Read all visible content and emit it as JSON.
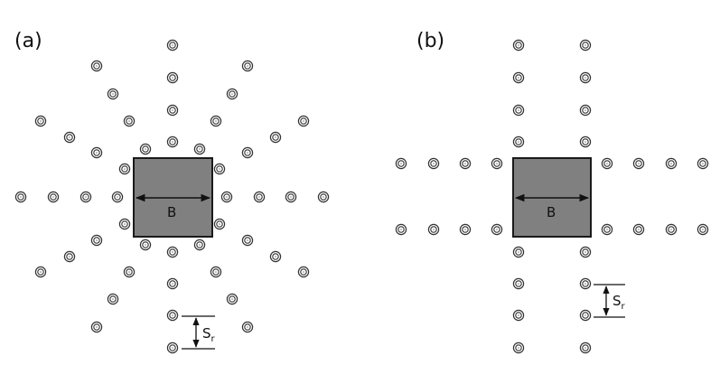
{
  "colors": {
    "footing_fill": "#808080",
    "footing_stroke": "#1a1a1a",
    "marker_stroke": "#333333",
    "line": "#111111"
  },
  "panels": [
    {
      "id": "a",
      "label": "(a)",
      "layout": "radial",
      "footing_label": "B",
      "spacing_label": "S",
      "spacing_subscript": "r",
      "marker_count": 48,
      "arrangement": "8 radial lines of 4 sensors each plus 4 additional diagonal lines of 4 sensors, spaced at S_r outward from the footing"
    },
    {
      "id": "b",
      "label": "(b)",
      "layout": "cross",
      "footing_label": "B",
      "spacing_label": "S",
      "spacing_subscript": "r",
      "marker_count": 32,
      "arrangement": "2 parallel lines of 4 sensors on each side of the footing, spaced at S_r"
    }
  ]
}
